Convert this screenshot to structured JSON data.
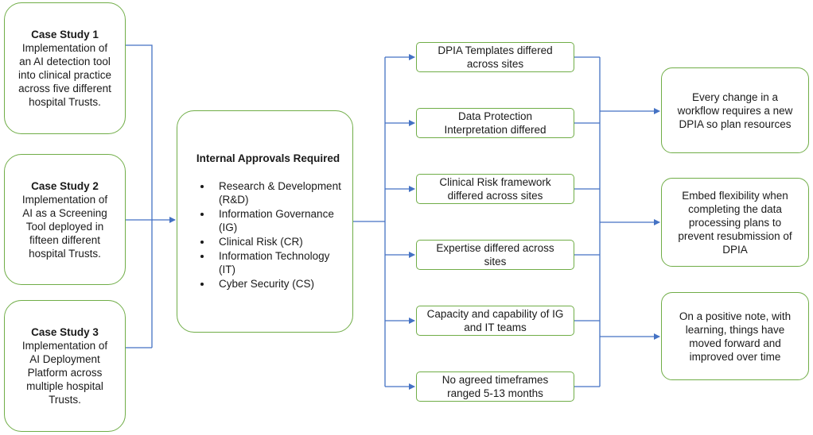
{
  "case_studies": [
    {
      "title": "Case Study 1",
      "lines": [
        "Implementation of",
        "an AI detection tool",
        "into clinical practice",
        "across five different",
        "hospital Trusts."
      ]
    },
    {
      "title": "Case Study 2",
      "lines": [
        "Implementation of",
        "AI as a Screening",
        "Tool deployed in",
        "fifteen different",
        "hospital Trusts."
      ]
    },
    {
      "title": "Case Study 3",
      "lines": [
        "Implementation of",
        "AI Deployment",
        "Platform across",
        "multiple hospital",
        "Trusts."
      ]
    }
  ],
  "approvals": {
    "title": "Internal Approvals Required",
    "items": [
      [
        "Research & Development",
        "(R&D)"
      ],
      [
        "Information Governance",
        "(IG)"
      ],
      [
        "Clinical Risk (CR)"
      ],
      [
        "Information Technology",
        "(IT)"
      ],
      [
        "Cyber Security (CS)"
      ]
    ]
  },
  "findings": [
    [
      "DPIA Templates differed",
      "across sites"
    ],
    [
      "Data Protection",
      "Interpretation differed"
    ],
    [
      "Clinical Risk framework",
      "differed across sites"
    ],
    [
      "Expertise differed across",
      "sites"
    ],
    [
      "Capacity and capability of IG",
      "and IT teams"
    ],
    [
      "No agreed timeframes",
      "ranged 5-13 months"
    ]
  ],
  "outcomes": [
    [
      "Every change in a",
      "workflow requires a new",
      "DPIA so plan resources"
    ],
    [
      "Embed flexibility when",
      "completing the data",
      "processing plans to",
      "prevent resubmission of",
      "DPIA"
    ],
    [
      "On a positive note, with",
      "learning, things have",
      "moved forward and",
      "improved over time"
    ]
  ],
  "colors": {
    "box_border": "#70ad47",
    "connector": "#4472c4"
  }
}
